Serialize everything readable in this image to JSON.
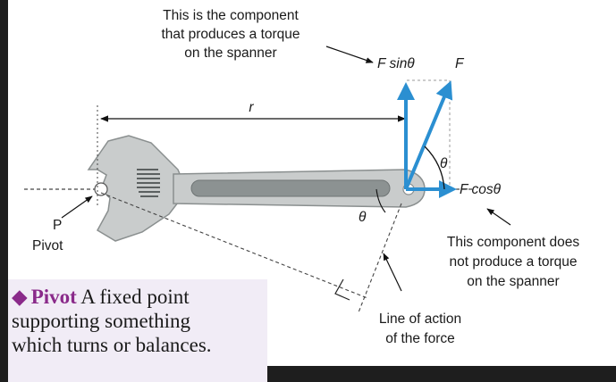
{
  "diagram": {
    "top_note": [
      "This is the component",
      "that produces a torque",
      "on the spanner"
    ],
    "f_sin_label": "F sinθ",
    "f_label": "F",
    "r_label": "r",
    "theta_upper": "θ",
    "f_cos_label": "F cosθ",
    "theta_lower": "θ",
    "p_label": "P",
    "pivot_label": "Pivot",
    "bottom_right_note": [
      "This component does",
      "not produce a torque",
      "on the spanner"
    ],
    "line_of_action": [
      "Line of action",
      "of the force"
    ],
    "colors": {
      "arrow": "#2b8fd1",
      "spanner_fill": "#c9cccc",
      "spanner_stroke": "#8a8f8f",
      "slot": "#8c9292"
    }
  },
  "definition": {
    "term": "Pivot",
    "lines": [
      "A fixed point",
      "supporting something",
      "which turns or balances."
    ],
    "diamond_icon": "diamond-bullet-icon"
  }
}
